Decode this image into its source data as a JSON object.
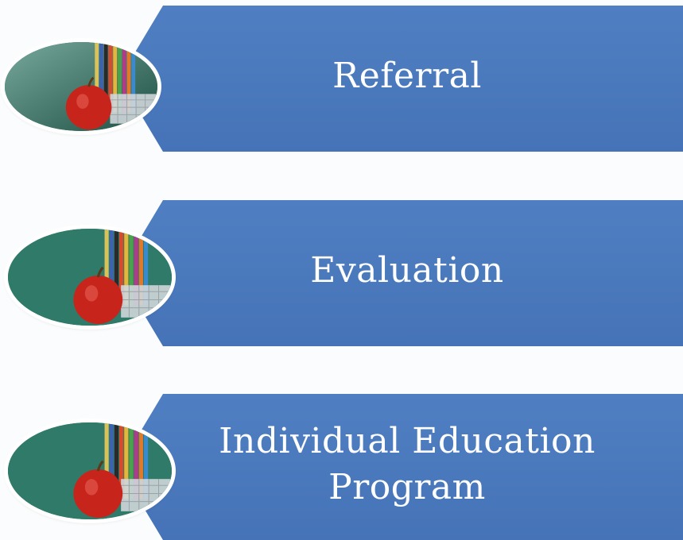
{
  "steps": [
    {
      "label": "Referral",
      "icon": "apple-chalkboard-icon"
    },
    {
      "label": "Evaluation",
      "icon": "apple-chalkboard-icon"
    },
    {
      "label": "Individual Education\nProgram",
      "icon": "apple-chalkboard-icon"
    }
  ],
  "colors": {
    "banner": "#4f7fc2",
    "text": "#ffffff",
    "chalkboard": "#2f7a68",
    "apple": "#c7251c"
  }
}
